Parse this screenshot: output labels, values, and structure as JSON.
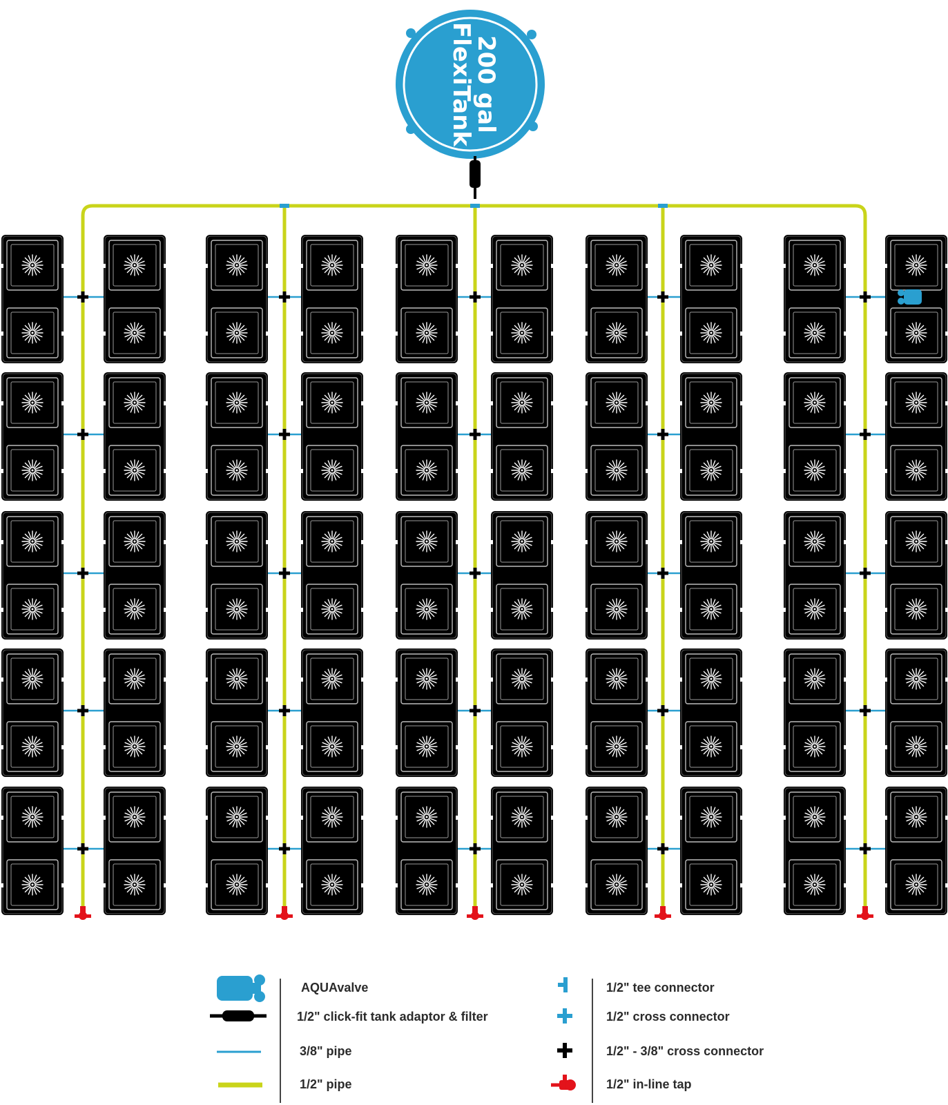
{
  "tank": {
    "label_line1": "200 gal",
    "label_line2": "FlexiTank",
    "color": "#2a9fd0"
  },
  "layout": {
    "pot_rows": 5,
    "pot_columns": 10,
    "branch_lines": 5
  },
  "colors": {
    "half_inch_pipe": "#c9d41a",
    "three_eighth_pipe": "#2a9fd0",
    "pot": "#000000",
    "connector_black": "#000000",
    "tap": "#e3131b"
  },
  "legend": {
    "left": [
      {
        "icon": "aquavalve-icon",
        "label": "AQUAvalve"
      },
      {
        "icon": "tank-adaptor-filter-icon",
        "label": "1/2\" click-fit tank adaptor & filter"
      },
      {
        "icon": "three-eighth-pipe-icon",
        "label": "3/8\" pipe"
      },
      {
        "icon": "half-inch-pipe-icon",
        "label": "1/2\" pipe"
      }
    ],
    "right": [
      {
        "icon": "tee-connector-icon",
        "label": "1/2\" tee connector"
      },
      {
        "icon": "cross-connector-icon",
        "label": "1/2\" cross connector"
      },
      {
        "icon": "reducing-cross-connector-icon",
        "label": "1/2\" - 3/8\" cross connector"
      },
      {
        "icon": "inline-tap-icon",
        "label": "1/2\" in-line tap"
      }
    ]
  }
}
